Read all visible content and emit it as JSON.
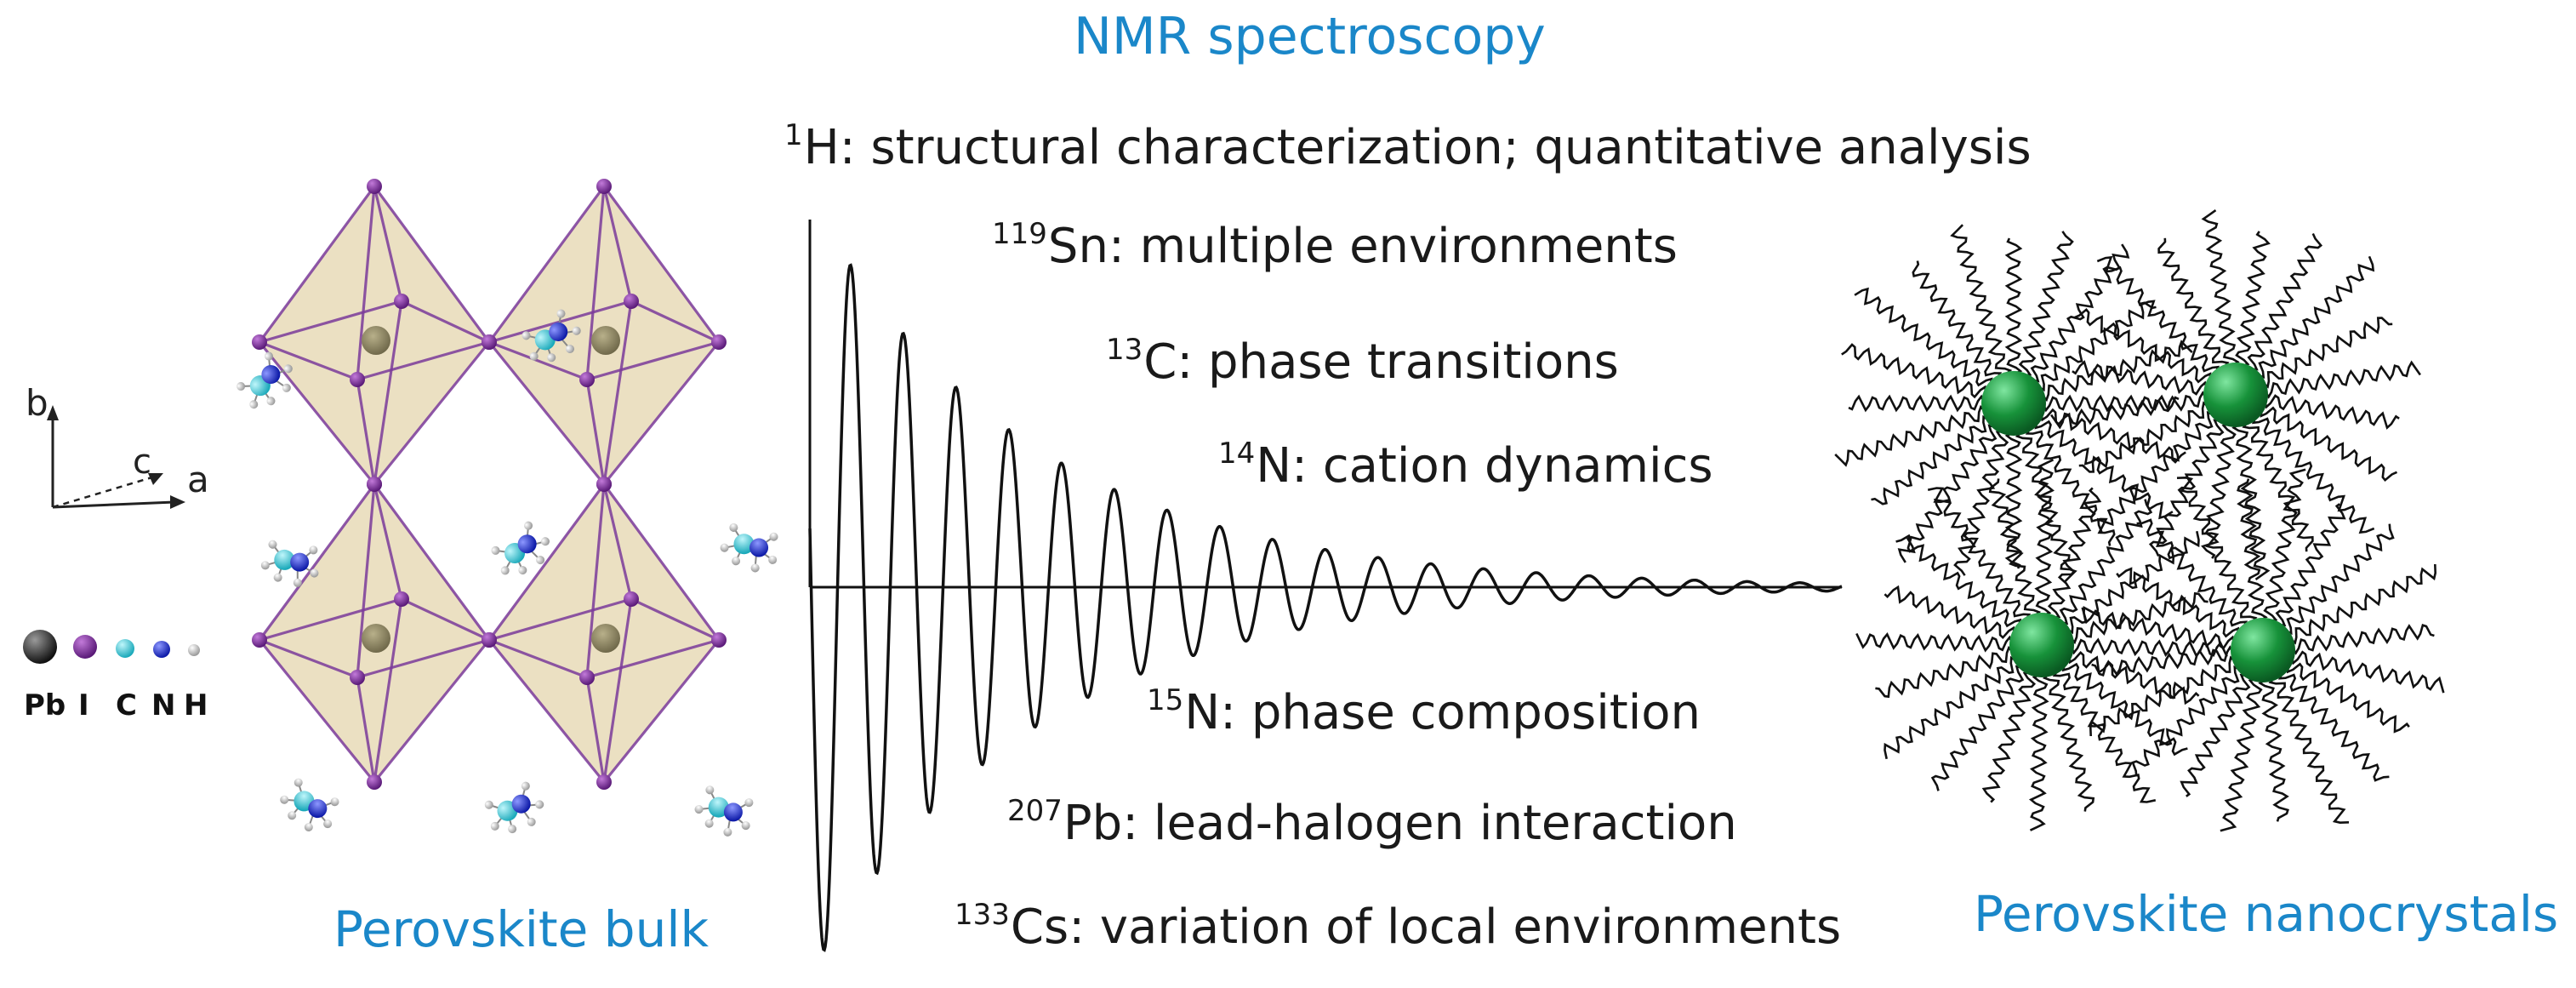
{
  "colors": {
    "title_blue": "#1a87c9",
    "text": "#1a1a1a",
    "octahedron_fill": "#e3d4a8",
    "octahedron_edge": "#7a3a9a",
    "iodine": "#7a2b96",
    "lead": "#3a3a3a",
    "carbon": "#29c6d6",
    "nitrogen": "#1f2fd0",
    "hydrogen": "#c8c8c8",
    "nanocrystal": "#1d9c3f",
    "ligand": "#111111"
  },
  "titles": {
    "center": "NMR spectroscopy",
    "left": "Perovskite bulk",
    "right": "Perovskite nanocrystals"
  },
  "axes": {
    "b": "b",
    "c": "c",
    "a": "a"
  },
  "legend": [
    {
      "symbol": "Pb",
      "color": "#1a1a1a",
      "icon": "pb-atom-icon"
    },
    {
      "symbol": "I",
      "color": "#7a2b96",
      "icon": "i-atom-icon"
    },
    {
      "symbol": "C",
      "color": "#29c6d6",
      "icon": "c-atom-icon"
    },
    {
      "symbol": "N",
      "color": "#1f2fd0",
      "icon": "n-atom-icon"
    },
    {
      "symbol": "H",
      "color": "#c8c8c8",
      "icon": "h-atom-icon"
    }
  ],
  "nuclei": [
    {
      "mass": "1",
      "element": "H",
      "text": ": structural characterization; quantitative analysis"
    },
    {
      "mass": "119",
      "element": "Sn",
      "text": ": multiple environments"
    },
    {
      "mass": "13",
      "element": "C",
      "text": ": phase transitions"
    },
    {
      "mass": "14",
      "element": "N",
      "text": ": cation dynamics"
    },
    {
      "mass": "15",
      "element": "N",
      "text": ": phase composition"
    },
    {
      "mass": "207",
      "element": "Pb",
      "text": ": lead-halogen interaction"
    },
    {
      "mass": "133",
      "element": "Cs",
      "text": ": variation of local environments"
    }
  ]
}
